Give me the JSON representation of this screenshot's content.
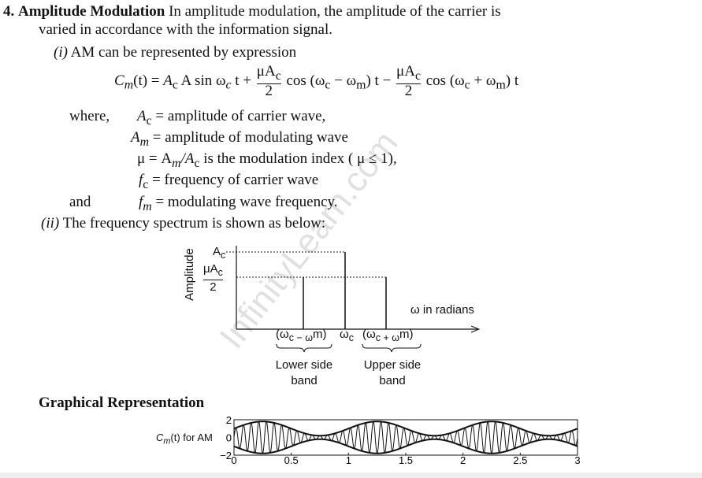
{
  "section": {
    "number": "4.",
    "title": "Amplitude Modulation",
    "intro_1": "In amplitude modulation, the amplitude of the carrier is",
    "intro_2": "varied in accordance with the information signal."
  },
  "part_i": {
    "label": "(i)",
    "text": "AM can be represented by expression"
  },
  "equation": {
    "lhs": "C",
    "lhs_sub": "m",
    "lhs_rest": "(t) = ",
    "term1": "A",
    "term1_sub": "c",
    "term1_rest": " A sin ω",
    "term1_sub2": "c",
    "term1_end": " t + ",
    "frac_num": "μA",
    "frac_num_sub": "c",
    "frac_den": "2",
    "cos1": " cos (ω",
    "cos1_sub1": "c",
    "cos1_mid": " − ω",
    "cos1_sub2": "m",
    "cos1_end": ") t − ",
    "cos2": " cos (ω",
    "cos2_sub1": "c",
    "cos2_mid": " + ω",
    "cos2_sub2": "m",
    "cos2_end": ") t"
  },
  "definitions": {
    "where": "where,",
    "and": "and",
    "rows": [
      {
        "sym": "A",
        "sub": "c",
        "text": " = amplitude of carrier wave,"
      },
      {
        "sym": "A",
        "sub": "m",
        "text": " = amplitude of modulating wave"
      },
      {
        "sym": "μ = A",
        "sub": "m",
        "text": "/A",
        "sub2": "c",
        "text2": " is the modulation index ( μ ≤ 1),"
      },
      {
        "sym": "f",
        "sub": "c",
        "text": " = frequency of carrier wave"
      },
      {
        "sym": "f",
        "sub": "m",
        "text": " = modulating wave frequency."
      }
    ]
  },
  "part_ii": {
    "label": "(ii)",
    "text": "The frequency spectrum is shown as below:"
  },
  "spectrum": {
    "ylabel": "Amplitude",
    "ac": "A",
    "ac_sub": "c",
    "mu_num": "μA",
    "mu_sub": "c",
    "mu_den": "2",
    "xlabel": "ω in radians",
    "lower_freq": "(ω",
    "lower_freq_rest": "c − ω",
    "lower_freq_end": "m)",
    "center_freq": "ω",
    "center_sub": "c",
    "upper_freq": "(ω",
    "upper_freq_rest": "c + ω",
    "upper_freq_end": "m)",
    "lower_band_1": "Lower side",
    "lower_band_2": "band",
    "upper_band_1": "Upper side",
    "upper_band_2": "band"
  },
  "graphical_heading": "Graphical Representation",
  "watermark": "InfinityLearn.com",
  "chart_data": {
    "type": "line",
    "ylabel": "Cm(t) for AM",
    "ylabel_main": "C",
    "ylabel_sub": "m",
    "ylabel_rest": "(t) for AM",
    "xlim": [
      0,
      3
    ],
    "ylim": [
      -2,
      2
    ],
    "xticks": [
      "0",
      "0.5",
      "1",
      "1.5",
      "2",
      "2.5",
      "3"
    ],
    "yticks": [
      "2",
      "0",
      "−2"
    ],
    "envelope": {
      "offset": 1,
      "depth": 0.8,
      "frequency": 1
    },
    "carrier_frequency": 15
  }
}
